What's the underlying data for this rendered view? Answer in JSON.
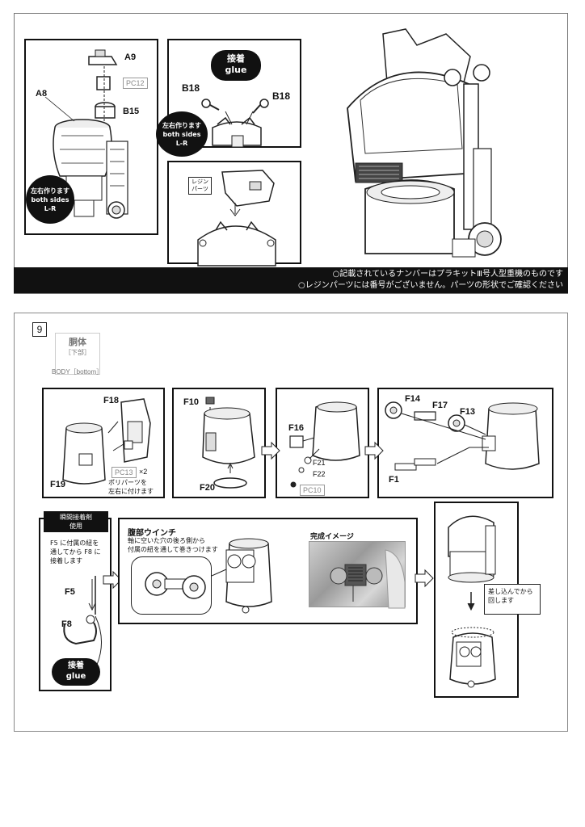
{
  "top": {
    "left_panel": {
      "parts": [
        "A9",
        "PC12",
        "B15",
        "A8"
      ],
      "both_sides": {
        "jp": "左右作ります",
        "en1": "both sides",
        "en2": "L-R"
      }
    },
    "glue_panel": {
      "glue_jp": "接着",
      "glue_en": "glue",
      "parts": [
        "B18",
        "B18"
      ],
      "both_sides": {
        "jp": "左右作ります",
        "en1": "both sides",
        "en2": "L-R"
      }
    },
    "resin_panel": {
      "resin_label_1": "レジン",
      "resin_label_2": "パーツ"
    },
    "notes": [
      "○記載されているナンバーはプラキットⅢ号人型重機のものです",
      "○レジンパーツには番号がございません。パーツの形状でご確認ください"
    ]
  },
  "step": {
    "number": "9",
    "title_jp": "胴体",
    "sub_jp": "［下部］",
    "title_en": "BODY［bottom］",
    "row1": {
      "box1": {
        "parts": [
          "F18",
          "F19"
        ],
        "pc": "PC13",
        "times": "×2",
        "note": [
          "ポリパーツを",
          "左右に付けます"
        ]
      },
      "box2": {
        "parts": [
          "F10",
          "F20"
        ]
      },
      "box3": {
        "parts": [
          "F16",
          "F21",
          "F22"
        ],
        "pc": "PC10"
      },
      "box4": {
        "parts": [
          "F14",
          "F17",
          "F13",
          "F1"
        ]
      }
    },
    "row2": {
      "glue_panel": {
        "header": [
          "瞬間接着剤",
          "使用"
        ],
        "text": [
          "F5 に付属の紐を",
          "通してから F8 に",
          "接着します"
        ],
        "parts": [
          "F5",
          "F8"
        ],
        "glue_jp": "接着",
        "glue_en": "glue"
      },
      "winch_panel": {
        "title": "腹部ウインチ",
        "text": [
          "軸に空いた穴の後ろ側から",
          "付属の紐を通して巻きつけます"
        ],
        "complete_title": "完成イメージ"
      },
      "final_panel": {
        "note": [
          "差し込んでから",
          "回します"
        ]
      }
    }
  }
}
